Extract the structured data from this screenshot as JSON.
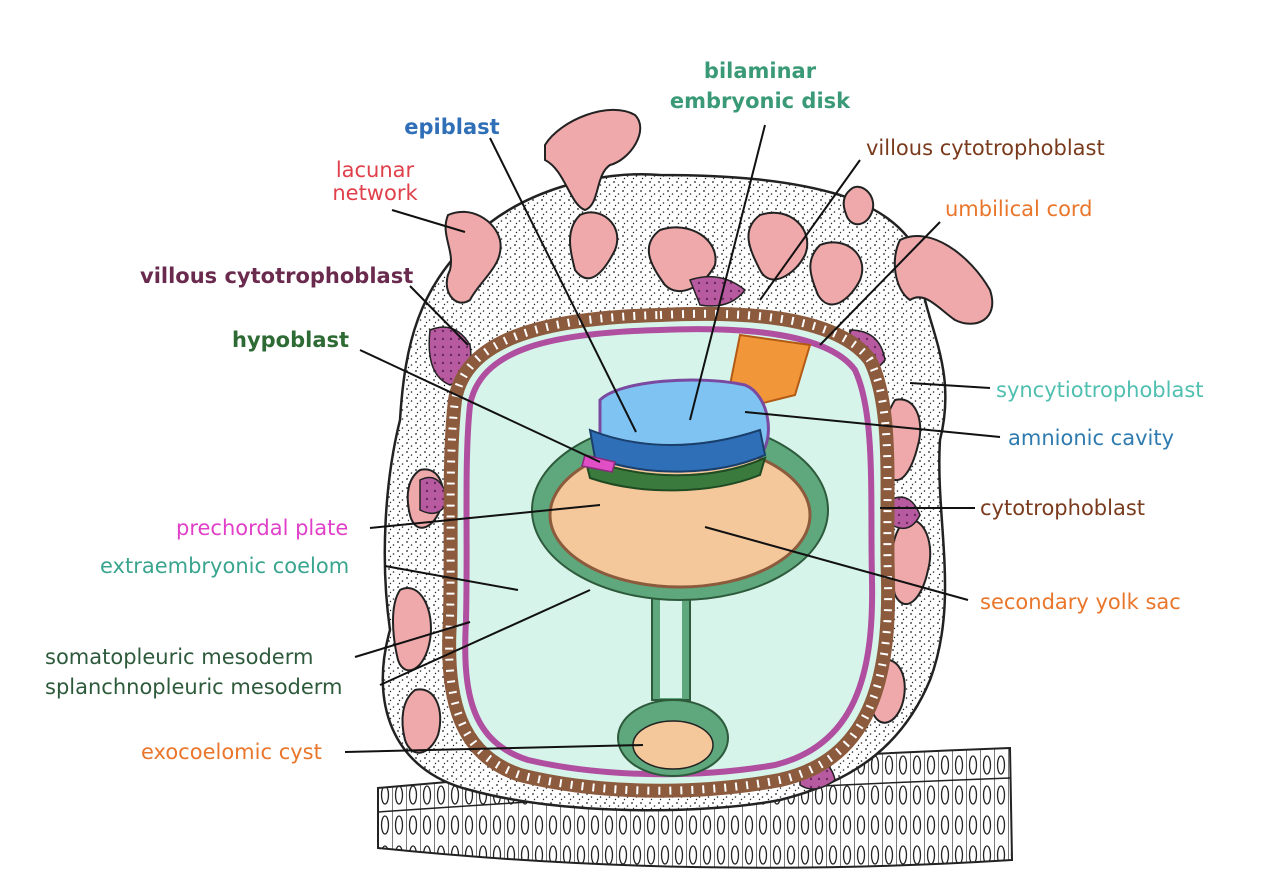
{
  "colors": {
    "lacunae": "#efa9ab",
    "syncytium": "#ffffff",
    "villous_cyto": "#7b3f6e",
    "extraembryonic_coelom": "#d6f4ea",
    "chorion_outline": "#8c5a3c",
    "mesoderm_purple": "#9e4a86",
    "amnion": "#7fc3f2",
    "epiblast": "#2f6fb8",
    "hypoblast": "#3a7a3d",
    "mesoderm_green": "#5fa77c",
    "yolk_sac": "#f5c89b",
    "umbilical": "#f2963a",
    "prechordal": "#e04fc6",
    "endometrium": "#ffffff"
  },
  "labels": {
    "bilaminar": [
      "bilaminar",
      "embryonic disk"
    ],
    "epiblast": "epiblast",
    "villous_cyto_top": "villous cytotrophoblast",
    "lacunar": [
      "lacunar",
      "network"
    ],
    "umbilical_cord": "umbilical cord",
    "villous_cyto_left": "villous cytotrophoblast",
    "hypoblast": "hypoblast",
    "syncytiotrophoblast": "syncytiotrophoblast",
    "amnionic_cavity": "amnionic cavity",
    "cytotrophoblast": "cytotrophoblast",
    "prechordal_plate": "prechordal plate",
    "extraembryonic_coelom": "extraembryonic coelom",
    "secondary_yolk_sac": "secondary yolk sac",
    "somatopleuric": "somatopleuric mesoderm",
    "splanchnopleuric": "splanchnopleuric mesoderm",
    "exocoelomic_cyst": "exocoelomic cyst"
  },
  "label_colors": {
    "bilaminar": "#3a9a77",
    "epiblast": "#2f6fb8",
    "villous_cyto_top": "#7a3a1c",
    "lacunar": "#e0404a",
    "umbilical_cord": "#e9762b",
    "villous_cyto_left": "#6a2a4e",
    "hypoblast": "#2e6a34",
    "syncytiotrophoblast": "#4fbfb0",
    "amnionic_cavity": "#2f7bb0",
    "cytotrophoblast": "#7a3a1c",
    "prechordal_plate": "#e040c8",
    "extraembryonic_coelom": "#3aa58f",
    "secondary_yolk_sac": "#e9762b",
    "somatopleuric": "#2e5a3c",
    "splanchnopleuric": "#2e5a3c",
    "exocoelomic_cyst": "#e9762b"
  }
}
